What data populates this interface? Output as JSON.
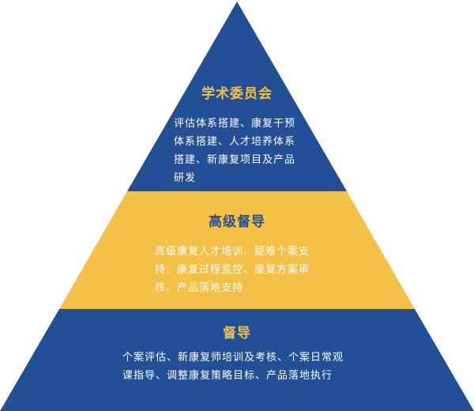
{
  "colors": {
    "top": "#234F96",
    "middle": "#F4C047",
    "bottom": "#234F96",
    "title_on_blue": "#F4C047",
    "title_on_yellow": "#2A4E8E",
    "desc_on_blue": "#FFFFFF",
    "desc_on_yellow": "#FFFFFF"
  },
  "tiers": [
    {
      "title": "学术委员会",
      "lines": [
        "评估体系搭建、康复干预",
        "体系搭建、人才培养体系",
        "搭建、新康复项目及产品",
        "研发"
      ]
    },
    {
      "title": "高级督导",
      "lines": [
        "高级康复人才培训、疑难个案支",
        "持、康复过程监控、康复方案审",
        "核、产品落地支持"
      ]
    },
    {
      "title": "督导",
      "lines": [
        "个案评估、新康复师培训及考核、个案日常观",
        "课指导、调整康复策略目标、产品落地执行"
      ]
    }
  ]
}
